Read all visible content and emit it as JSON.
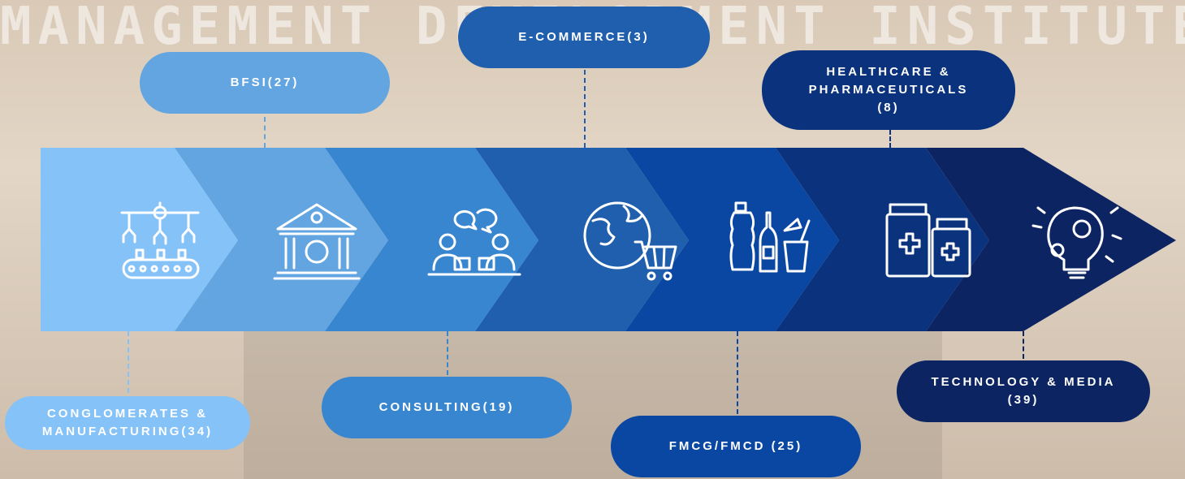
{
  "background": {
    "watermark": "MANAGEMENT DEVELOPMENT INSTITUTE"
  },
  "colors": {
    "seg1": "#84c2f8",
    "seg2": "#62a5e1",
    "seg3": "#3986d0",
    "seg4": "#1f5fae",
    "seg5": "#0a47a3",
    "seg6": "#0b327d",
    "seg7": "#0d2462"
  },
  "icons": [
    "factory-robot-arms-conveyor-icon",
    "bank-building-icon",
    "consulting-meeting-icon",
    "globe-shopping-cart-icon",
    "beverage-bottles-icon",
    "medicine-bottles-icon",
    "lightbulb-gears-icon"
  ],
  "sectors": {
    "conglomerates": "CONGLOMERATES &\nMANUFACTURING(34)",
    "bfsi": "BFSI(27)",
    "consulting": "CONSULTING(19)",
    "ecommerce": "E-COMMERCE(3)",
    "fmcg": "FMCG/FMCD (25)",
    "healthcare": "HEALTHCARE &\nPHARMACEUTICALS\n(8)",
    "technology": "TECHNOLOGY & MEDIA\n(39)"
  }
}
